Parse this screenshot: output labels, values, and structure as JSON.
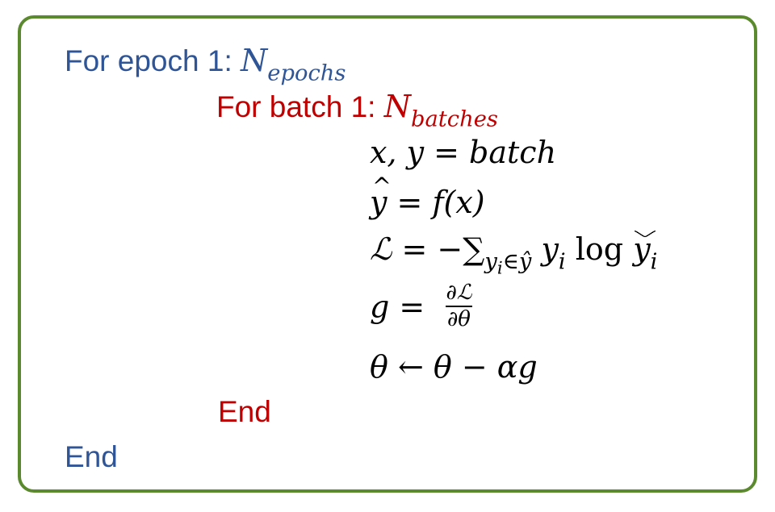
{
  "outer_loop": {
    "header_text": "For epoch 1: ",
    "bound_base": "N",
    "bound_sub": "epochs",
    "end": "End"
  },
  "inner_loop": {
    "header_text": "For batch 1: ",
    "bound_base": "N",
    "bound_sub": "batches",
    "end": "End"
  },
  "body": {
    "line1": "x,  y = batch",
    "line2_lhs": "y",
    "line2_rhs": " = f(x)",
    "line3_lhs": "ℒ = −∑",
    "line3_sub_y": "y",
    "line3_sub_i": "i",
    "line3_sub_rest": "∈ŷ",
    "line3_y": " y",
    "line3_i": "i",
    "line3_log": " log ",
    "line3_yhat": "y",
    "line3_yhat_i": "i",
    "line4_lhs": "g = ",
    "line4_num": "∂ℒ",
    "line4_den": "∂θ",
    "line5": "θ ← θ  −  αg"
  },
  "colors": {
    "outer": "#2f5597",
    "inner": "#c00000",
    "border": "#5b8a2e"
  }
}
